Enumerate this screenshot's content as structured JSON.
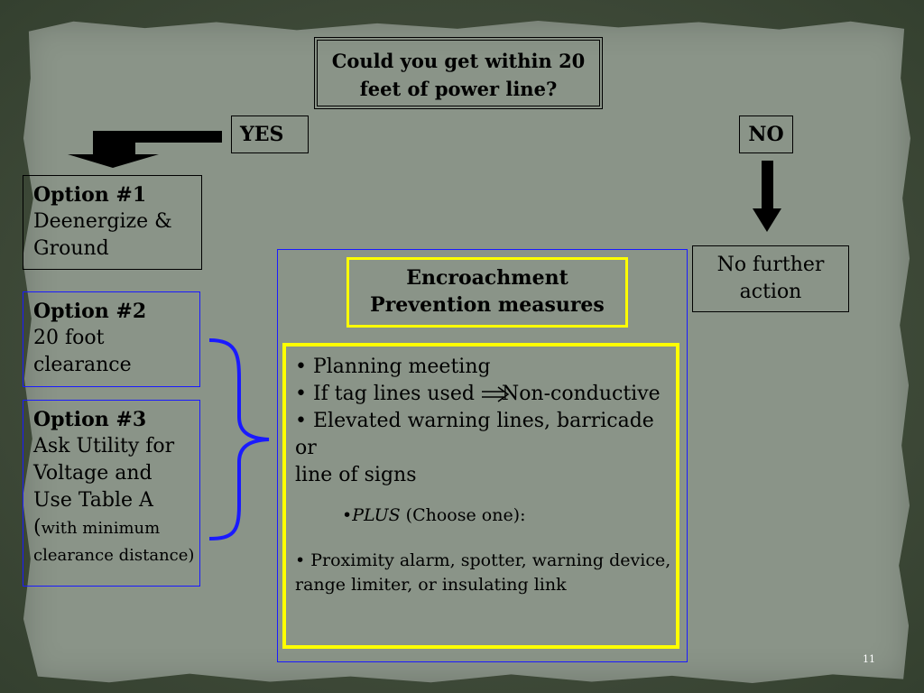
{
  "question": {
    "line1": "Could you get within 20",
    "line2": "feet of power line?"
  },
  "yes_label": "YES",
  "no_label": "NO",
  "options": [
    {
      "title": "Option #1",
      "lines": [
        "Deenergize &",
        "Ground"
      ]
    },
    {
      "title": "Option #2",
      "lines": [
        "20 foot",
        "clearance"
      ]
    },
    {
      "title": "Option #3",
      "lines": [
        "Ask Utility for",
        "Voltage and",
        "Use Table A"
      ],
      "paren_open": "(",
      "small1": "with minimum",
      "small2": "clearance distance)"
    }
  ],
  "no_action": {
    "line1": "No further",
    "line2": "action"
  },
  "encroachment": {
    "line1": "Encroachment",
    "line2": "Prevention measures"
  },
  "measures": {
    "item1": "• Planning meeting",
    "item2a": "• If tag lines used",
    "item2b": "Non-conductive",
    "item3a": "• Elevated warning lines, barricade or",
    "item3b": "line of signs",
    "plus_bullet": "•",
    "plus_word": "PLUS",
    "plus_rest": " (Choose one):",
    "prox_line1": "• Proximity alarm, spotter, warning device,",
    "prox_line2": "range limiter, or insulating link"
  },
  "page_number": "11",
  "colors": {
    "blue_border": "#1a1aff",
    "yellow_border": "#ffff00",
    "paper": "#8a9488",
    "background": "#3f4a39"
  }
}
